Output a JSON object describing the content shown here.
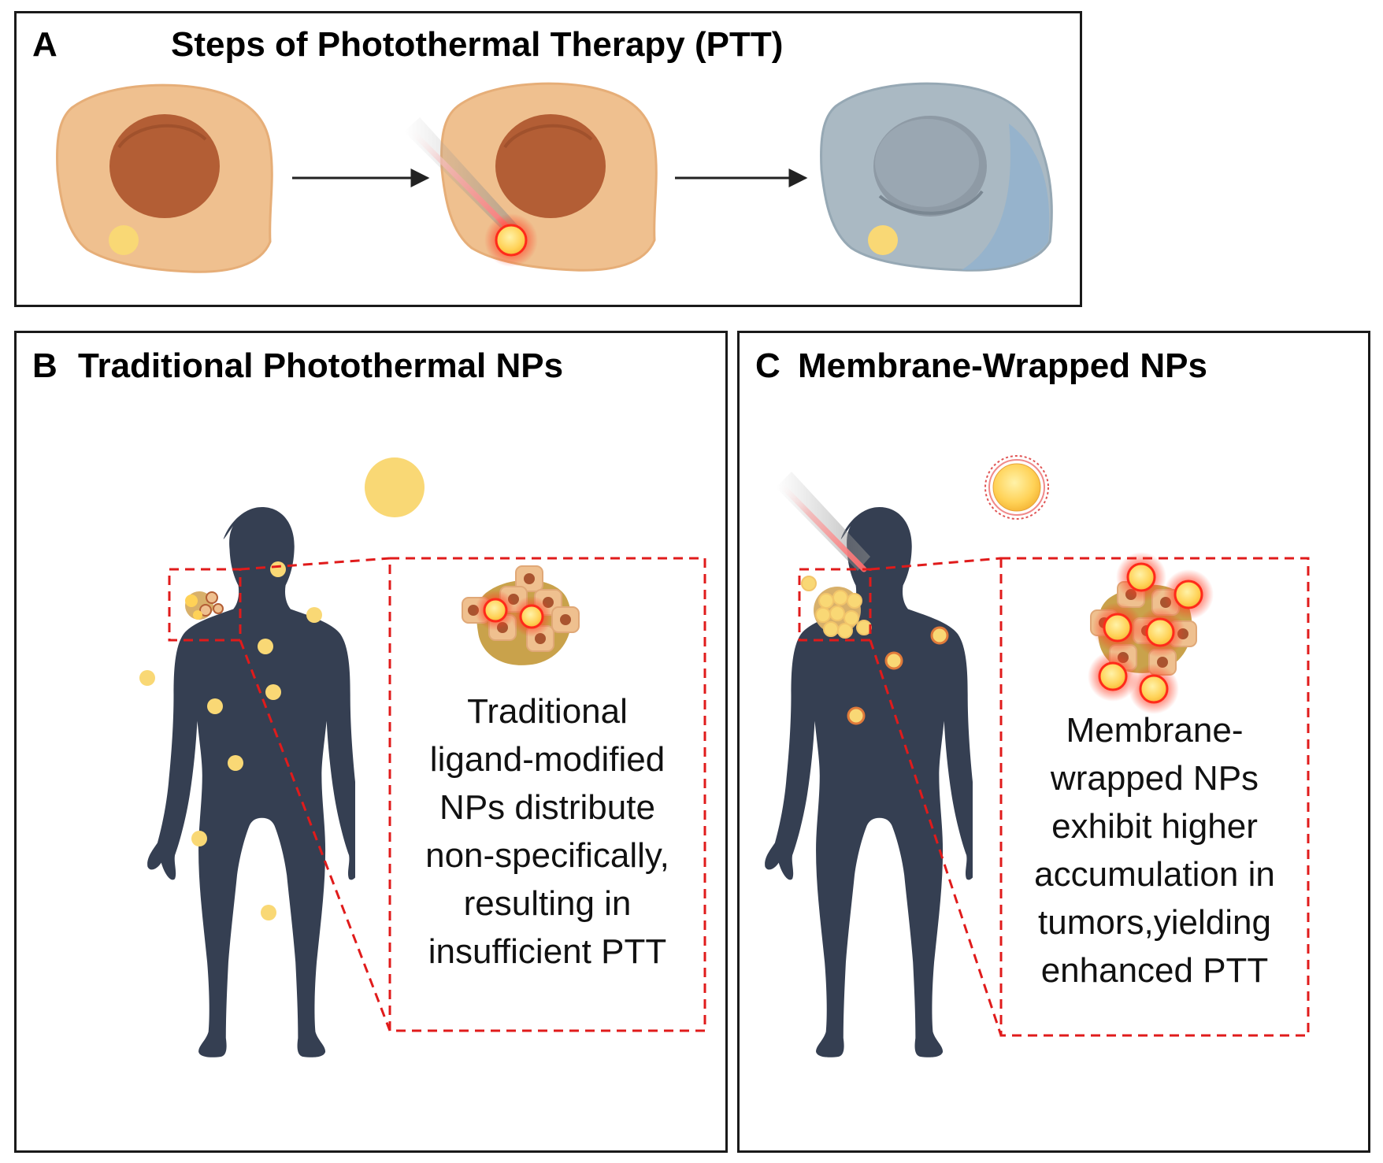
{
  "panel_a": {
    "letter": "A",
    "title": "Steps of Photothermal Therapy (PTT)"
  },
  "panel_b": {
    "letter": "B",
    "title": "Traditional Photothermal NPs",
    "caption_lines": [
      "Traditional",
      "ligand-modified",
      "NPs distribute",
      "non-specifically,",
      "resulting in",
      "insufficient PTT"
    ]
  },
  "panel_c": {
    "letter": "C",
    "title": "Membrane-Wrapped NPs",
    "caption_lines": [
      "Membrane-",
      "wrapped NPs",
      "exhibit higher",
      "accumulation in",
      "tumors,yielding",
      "enhanced PTT"
    ]
  },
  "colors": {
    "body_silhouette": "#353f52",
    "cell_cytoplasm": "#efc08f",
    "cell_nucleus": "#b35e35",
    "dead_cell": "#a9b8c2",
    "nanoparticle": "#f9d875",
    "heated_glow": "#ff2a1a",
    "dashed_box": "#e01b1b"
  },
  "icons": [
    "cell-icon",
    "nucleus-icon",
    "nanoparticle-icon",
    "laser-beam-icon",
    "arrow-icon",
    "human-silhouette-icon",
    "tumor-cluster-icon",
    "membrane-coated-np-icon",
    "zoom-box-icon"
  ]
}
